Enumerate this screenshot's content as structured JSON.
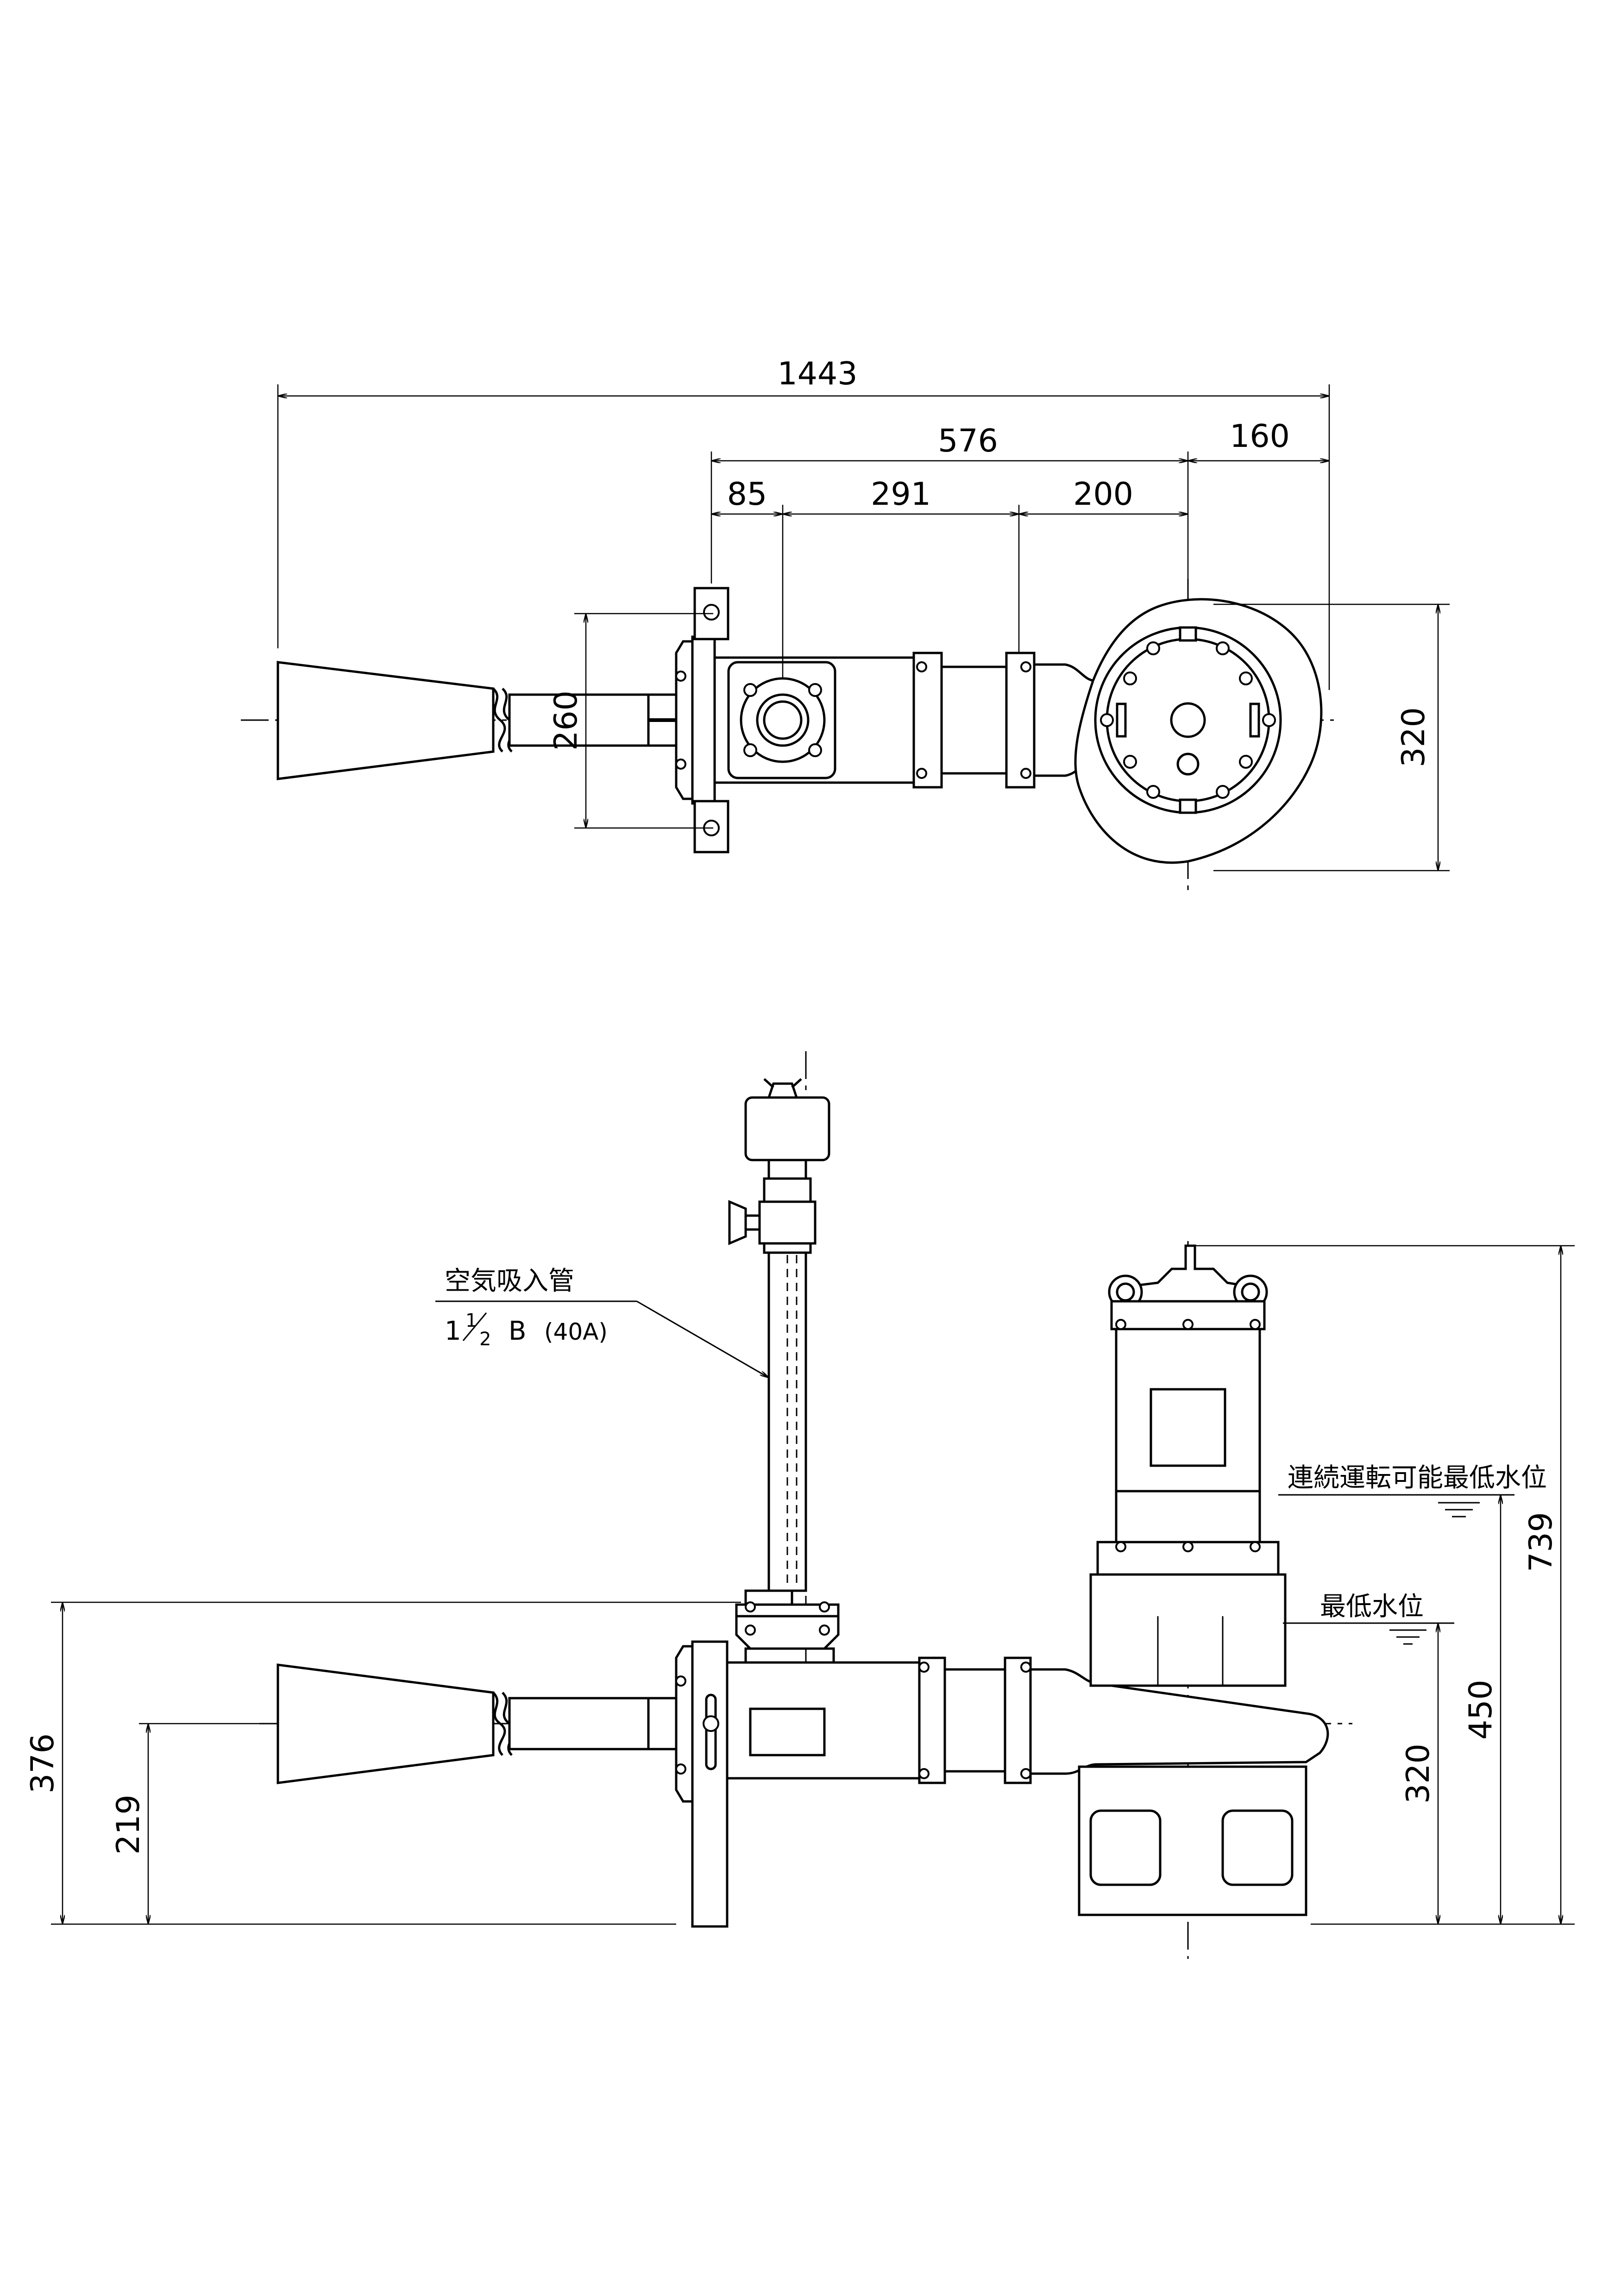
{
  "plan_view": {
    "dim_overall_length": "1443",
    "dim_576": "576",
    "dim_160": "160",
    "dim_85": "85",
    "dim_291": "291",
    "dim_200": "200",
    "dim_bracket_width": "260",
    "dim_pump_width": "320"
  },
  "elevation_view": {
    "air_pipe_label": "空気吸入管",
    "air_pipe_size_whole": "1",
    "air_pipe_size_fraction_num": "1",
    "air_pipe_size_fraction_den": "2",
    "air_pipe_size_unit": "B",
    "air_pipe_size_nominal": "(40A)",
    "continuous_min_level_label": "連続運転可能最低水位",
    "min_level_label": "最低水位",
    "dim_376": "376",
    "dim_219": "219",
    "dim_739": "739",
    "dim_450": "450",
    "dim_320": "320"
  }
}
